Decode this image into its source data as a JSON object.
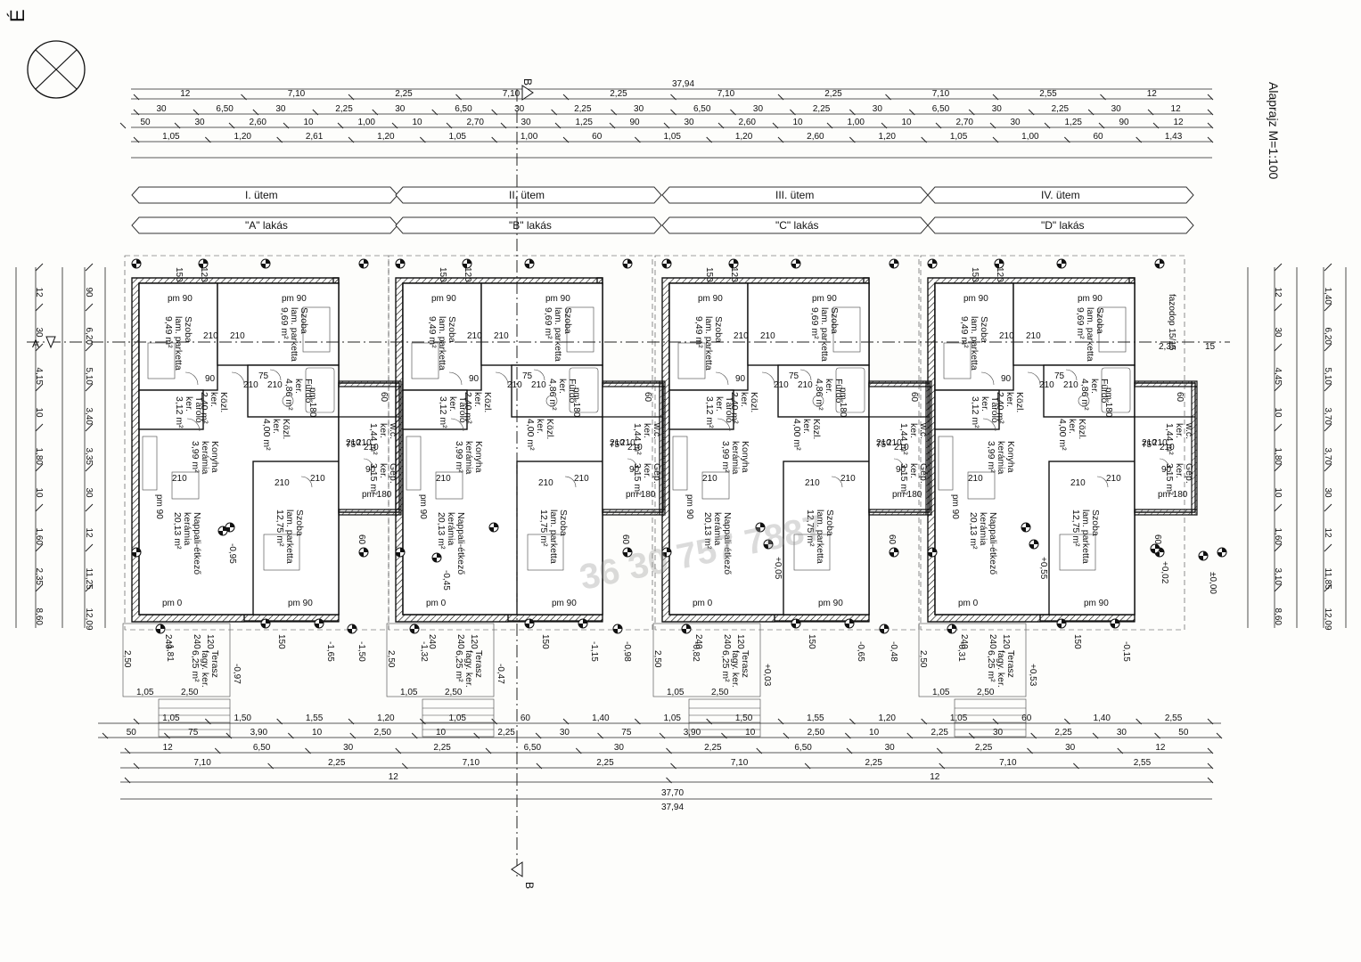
{
  "title": "Alaprajz M=1:100",
  "section_marker": "B",
  "axis_marker": "A",
  "top_dims": {
    "total": "37,94",
    "row1": [
      "12",
      "7,10",
      "2,25",
      "7,10",
      "2,25",
      "7,10",
      "2,25",
      "7,10",
      "2,55",
      "12"
    ],
    "row2": [
      "30",
      "6,50",
      "30",
      "2,25",
      "30",
      "6,50",
      "30",
      "2,25",
      "30",
      "6,50",
      "30",
      "2,25",
      "30",
      "6,50",
      "30",
      "2,25",
      "30",
      "12"
    ],
    "row3": [
      "50",
      "30",
      "2,60",
      "10",
      "1,00",
      "10",
      "2,70",
      "30",
      "1,25",
      "90",
      "30",
      "2,60",
      "10",
      "1,00",
      "10",
      "2,70",
      "30",
      "1,25",
      "90",
      "12"
    ],
    "row4": [
      "1,05",
      "1,20",
      "2,61",
      "1,20",
      "1,05",
      "1,00",
      "60",
      "1,05",
      "1,20",
      "2,60",
      "1,20",
      "1,05",
      "1,00",
      "60",
      "1,43"
    ]
  },
  "bottom_dims": {
    "total": "37,94",
    "total2": "37,70",
    "row1": [
      "1,05",
      "1,50",
      "1,55",
      "1,20",
      "1,05",
      "60",
      "1,40",
      "1,05",
      "1,50",
      "1,55",
      "1,20",
      "1,05",
      "60",
      "1,40",
      "2,55"
    ],
    "row2": [
      "50",
      "75",
      "3,90",
      "10",
      "2,50",
      "10",
      "2,25",
      "30",
      "75",
      "3,90",
      "10",
      "2,50",
      "10",
      "2,25",
      "30",
      "2,25",
      "30",
      "50"
    ],
    "row3": [
      "12",
      "6,50",
      "30",
      "2,25",
      "6,50",
      "30",
      "2,25",
      "6,50",
      "30",
      "2,25",
      "30",
      "12"
    ],
    "row4": [
      "7,10",
      "2,25",
      "7,10",
      "2,25",
      "7,10",
      "2,25",
      "7,10",
      "2,55"
    ],
    "row5": [
      "12",
      "12"
    ]
  },
  "left_dims": [
    "12",
    "30",
    "4,15",
    "10",
    "1,80",
    "10",
    "1,60",
    "2,35",
    "8,60",
    "90",
    "6,20",
    "5,10",
    "3,40",
    "3,35",
    "30",
    "12",
    "11,25",
    "12,09"
  ],
  "right_dims": [
    "12",
    "30",
    "4,45",
    "10",
    "1,80",
    "10",
    "1,60",
    "3,10",
    "8,60",
    "1,40",
    "6,20",
    "5,10",
    "3,70",
    "3,70",
    "30",
    "12",
    "11,85",
    "12,09"
  ],
  "units": [
    {
      "utem": "I. ütem",
      "lakas": "\"A\" lakás",
      "level_terrace": "-0,97",
      "level_in": "-1,65"
    },
    {
      "utem": "II. ütem",
      "lakas": "\"B\" lakás",
      "level_terrace": "-0,47",
      "level_in": "-1,15"
    },
    {
      "utem": "III. ütem",
      "lakas": "\"C\" lakás",
      "level_terrace": "+0,03",
      "level_in": "-0,65"
    },
    {
      "utem": "IV. ütem",
      "lakas": "\"D\" lakás",
      "level_terrace": "+0,53",
      "level_in": "-0,15"
    }
  ],
  "rooms": {
    "szoba1": {
      "name": "Szoba",
      "floor": "lam. parketta",
      "area": "9,49 m²"
    },
    "szoba2": {
      "name": "Szoba",
      "floor": "lam. parketta",
      "area": "9,69 m²"
    },
    "furdo": {
      "name": "Fürdő",
      "floor": "ker.",
      "area": "4,86 m²"
    },
    "tarolo": {
      "name": "Tároló",
      "floor": "ker.",
      "area": "3,12 m²"
    },
    "kozl1": {
      "name": "Közl.",
      "floor": "ker.",
      "area": "2,40 m²"
    },
    "kozl2": {
      "name": "Közl.",
      "floor": "ker.",
      "area": "4,00 m²"
    },
    "wc": {
      "name": "w.c.",
      "floor": "ker.",
      "area": "1,44 m²"
    },
    "gep": {
      "name": "Gép.",
      "floor": "ker.",
      "area": "3,15 m²"
    },
    "konyha": {
      "name": "Konyha",
      "floor": "kerámia",
      "area": "3,99 m²"
    },
    "nappali": {
      "name": "Nappali-étkező",
      "floor": "kerámia",
      "area": "20,13 m²"
    },
    "szoba3": {
      "name": "Szoba",
      "floor": "lam. parketta",
      "area": "12,75 m²"
    },
    "terasz": {
      "name": "Terasz",
      "floor": "fagy. ker.",
      "area": "6,25 m²"
    }
  },
  "labels": {
    "pm0": "pm 0",
    "pm90": "pm 90",
    "pm180": "pm 180",
    "door_h": "210",
    "door_w75": "75",
    "door_w90": "90",
    "door_w60": "60",
    "l150": "150",
    "l120": "120",
    "l240": "240",
    "stair_w": "2,50",
    "stair_step": "1,05",
    "lev_000": "±0,00",
    "lev_002": "+0,02",
    "lev_005": "+0,05",
    "lev_055": "+0,55",
    "lev_095": "-0,95",
    "lev_045": "-0,45",
    "lev_150": "-1,50",
    "lev_098": "-0,98",
    "lev_048": "-0,48",
    "lev_132": "-1,32",
    "lev_181": "-1,81",
    "lev_082": "-0,82",
    "lev_031": "-0,31",
    "fazod": "fazodop 15/15",
    "d235": "2,35",
    "d15": "15"
  },
  "stamp": "36 30 757 7887"
}
